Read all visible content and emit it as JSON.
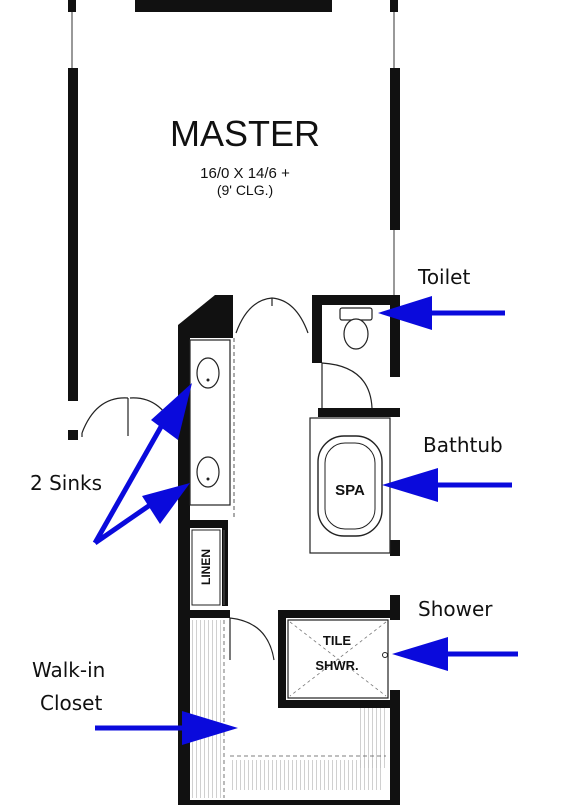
{
  "room": {
    "name": "MASTER",
    "dimensions": "16/0 X 14/6 +",
    "ceiling": "(9' CLG.)"
  },
  "fixtures": {
    "spa": "SPA",
    "linen": "LINEN",
    "tile_line1": "TILE",
    "tile_line2": "SHWR."
  },
  "callouts": {
    "toilet": "Toilet",
    "bathtub": "Bathtub",
    "sinks": "2 Sinks",
    "shower": "Shower",
    "closet_line1": "Walk-in",
    "closet_line2": "Closet"
  },
  "colors": {
    "wall": "#111111",
    "arrow": "#0a0adc"
  }
}
